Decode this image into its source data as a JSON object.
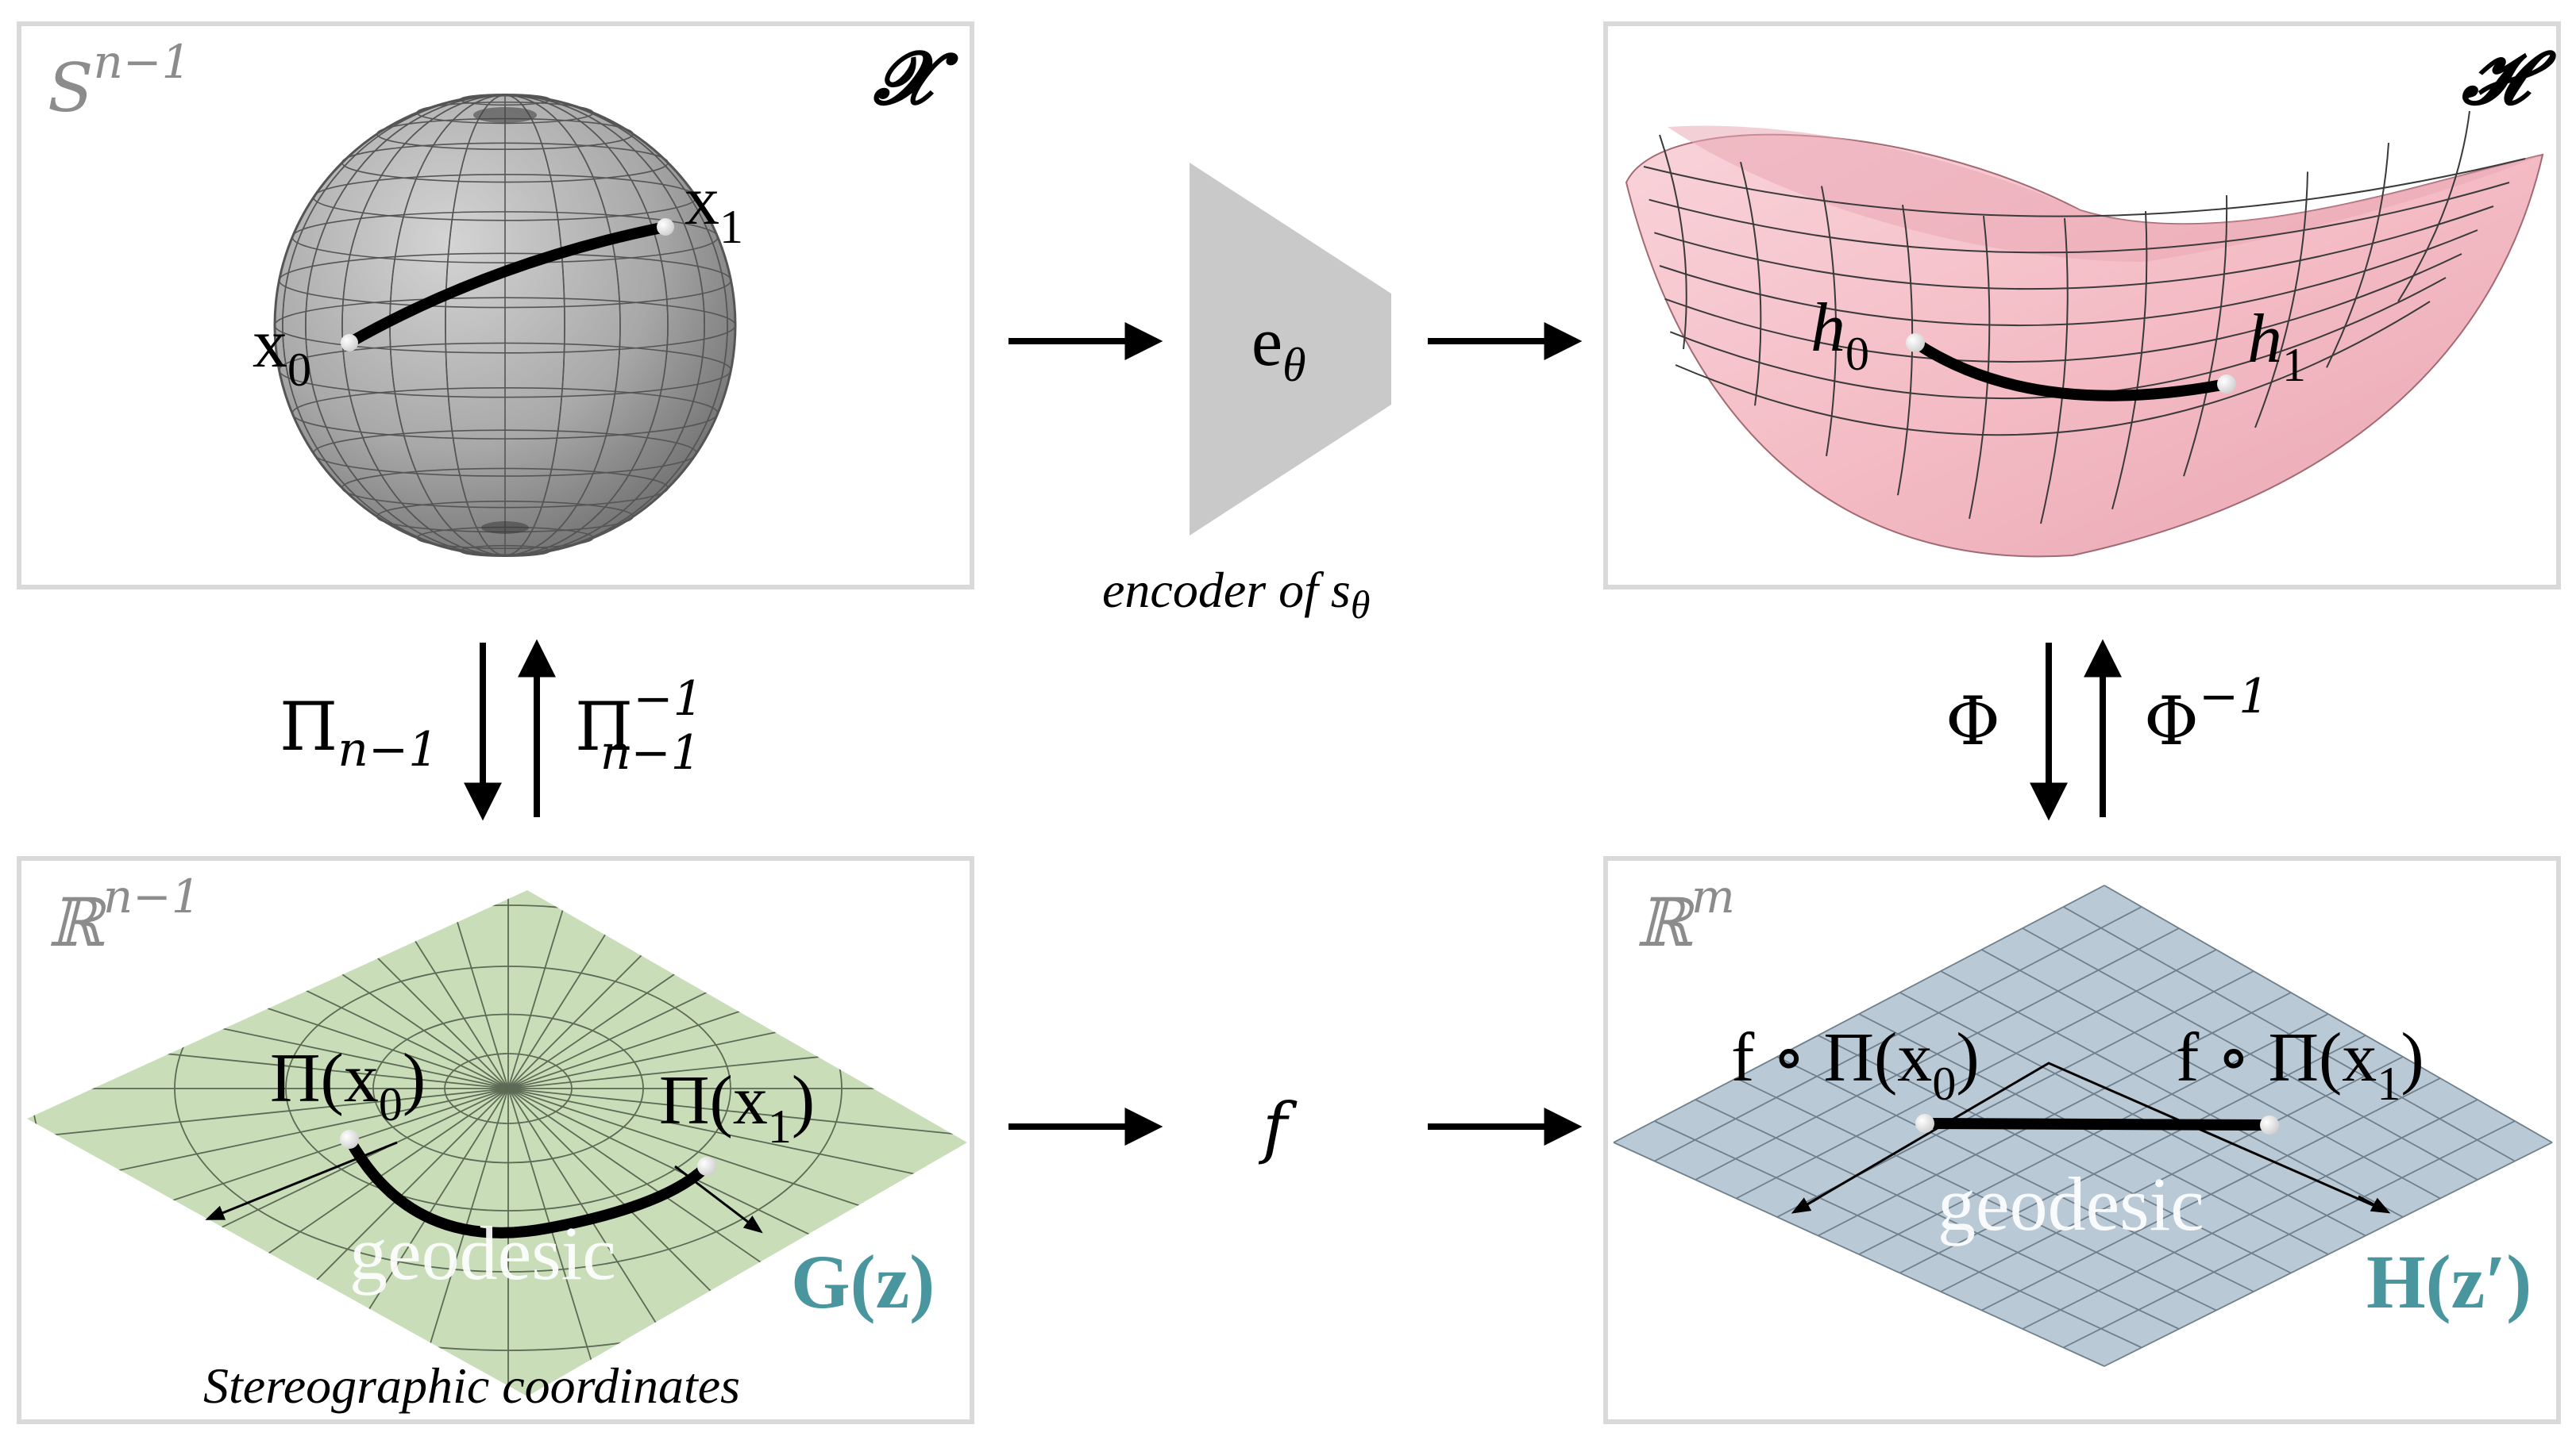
{
  "panels": {
    "top_left": {
      "corner_base": "S",
      "corner_sup": "n−1",
      "space": "𝓧",
      "points": [
        {
          "base": "x",
          "sub": "0"
        },
        {
          "base": "x",
          "sub": "1"
        }
      ]
    },
    "top_right": {
      "space": "𝓗",
      "points": [
        {
          "base": "h",
          "sub": "0"
        },
        {
          "base": "h",
          "sub": "1"
        }
      ]
    },
    "bottom_left": {
      "corner_base": "ℝ",
      "corner_sup": "n−1",
      "points": [
        {
          "base": "Π(x",
          "sub": "0",
          "close": ")"
        },
        {
          "base": "Π(x",
          "sub": "1",
          "close": ")"
        }
      ],
      "geodesic": "geodesic",
      "function": "G(z)",
      "caption": "Stereographic coordinates"
    },
    "bottom_right": {
      "corner_base": "ℝ",
      "corner_sup": "m",
      "points": [
        {
          "base": "f ∘ Π(x",
          "sub": "0",
          "close": ")"
        },
        {
          "base": "f ∘ Π(x",
          "sub": "1",
          "close": ")"
        }
      ],
      "geodesic": "geodesic",
      "function": "H(z′)"
    }
  },
  "encoder": {
    "label_base": "e",
    "label_sub": "θ",
    "caption_base": "encoder of s",
    "caption_sub": "θ"
  },
  "maps": {
    "left_down": {
      "base": "Π",
      "sub": "n−1"
    },
    "left_up": {
      "base": "Π",
      "sup": "−1",
      "sub": "n−1"
    },
    "right_down": {
      "base": "Φ"
    },
    "right_up": {
      "base": "Φ",
      "sup": "−1"
    },
    "middle": "f"
  },
  "colors": {
    "sphere": "#a8a8a8",
    "hyperbolic": "#f6c3cb",
    "plane_green": "#c9deb8",
    "plane_blue": "#b9c9d6",
    "function_label": "#4a969f"
  }
}
